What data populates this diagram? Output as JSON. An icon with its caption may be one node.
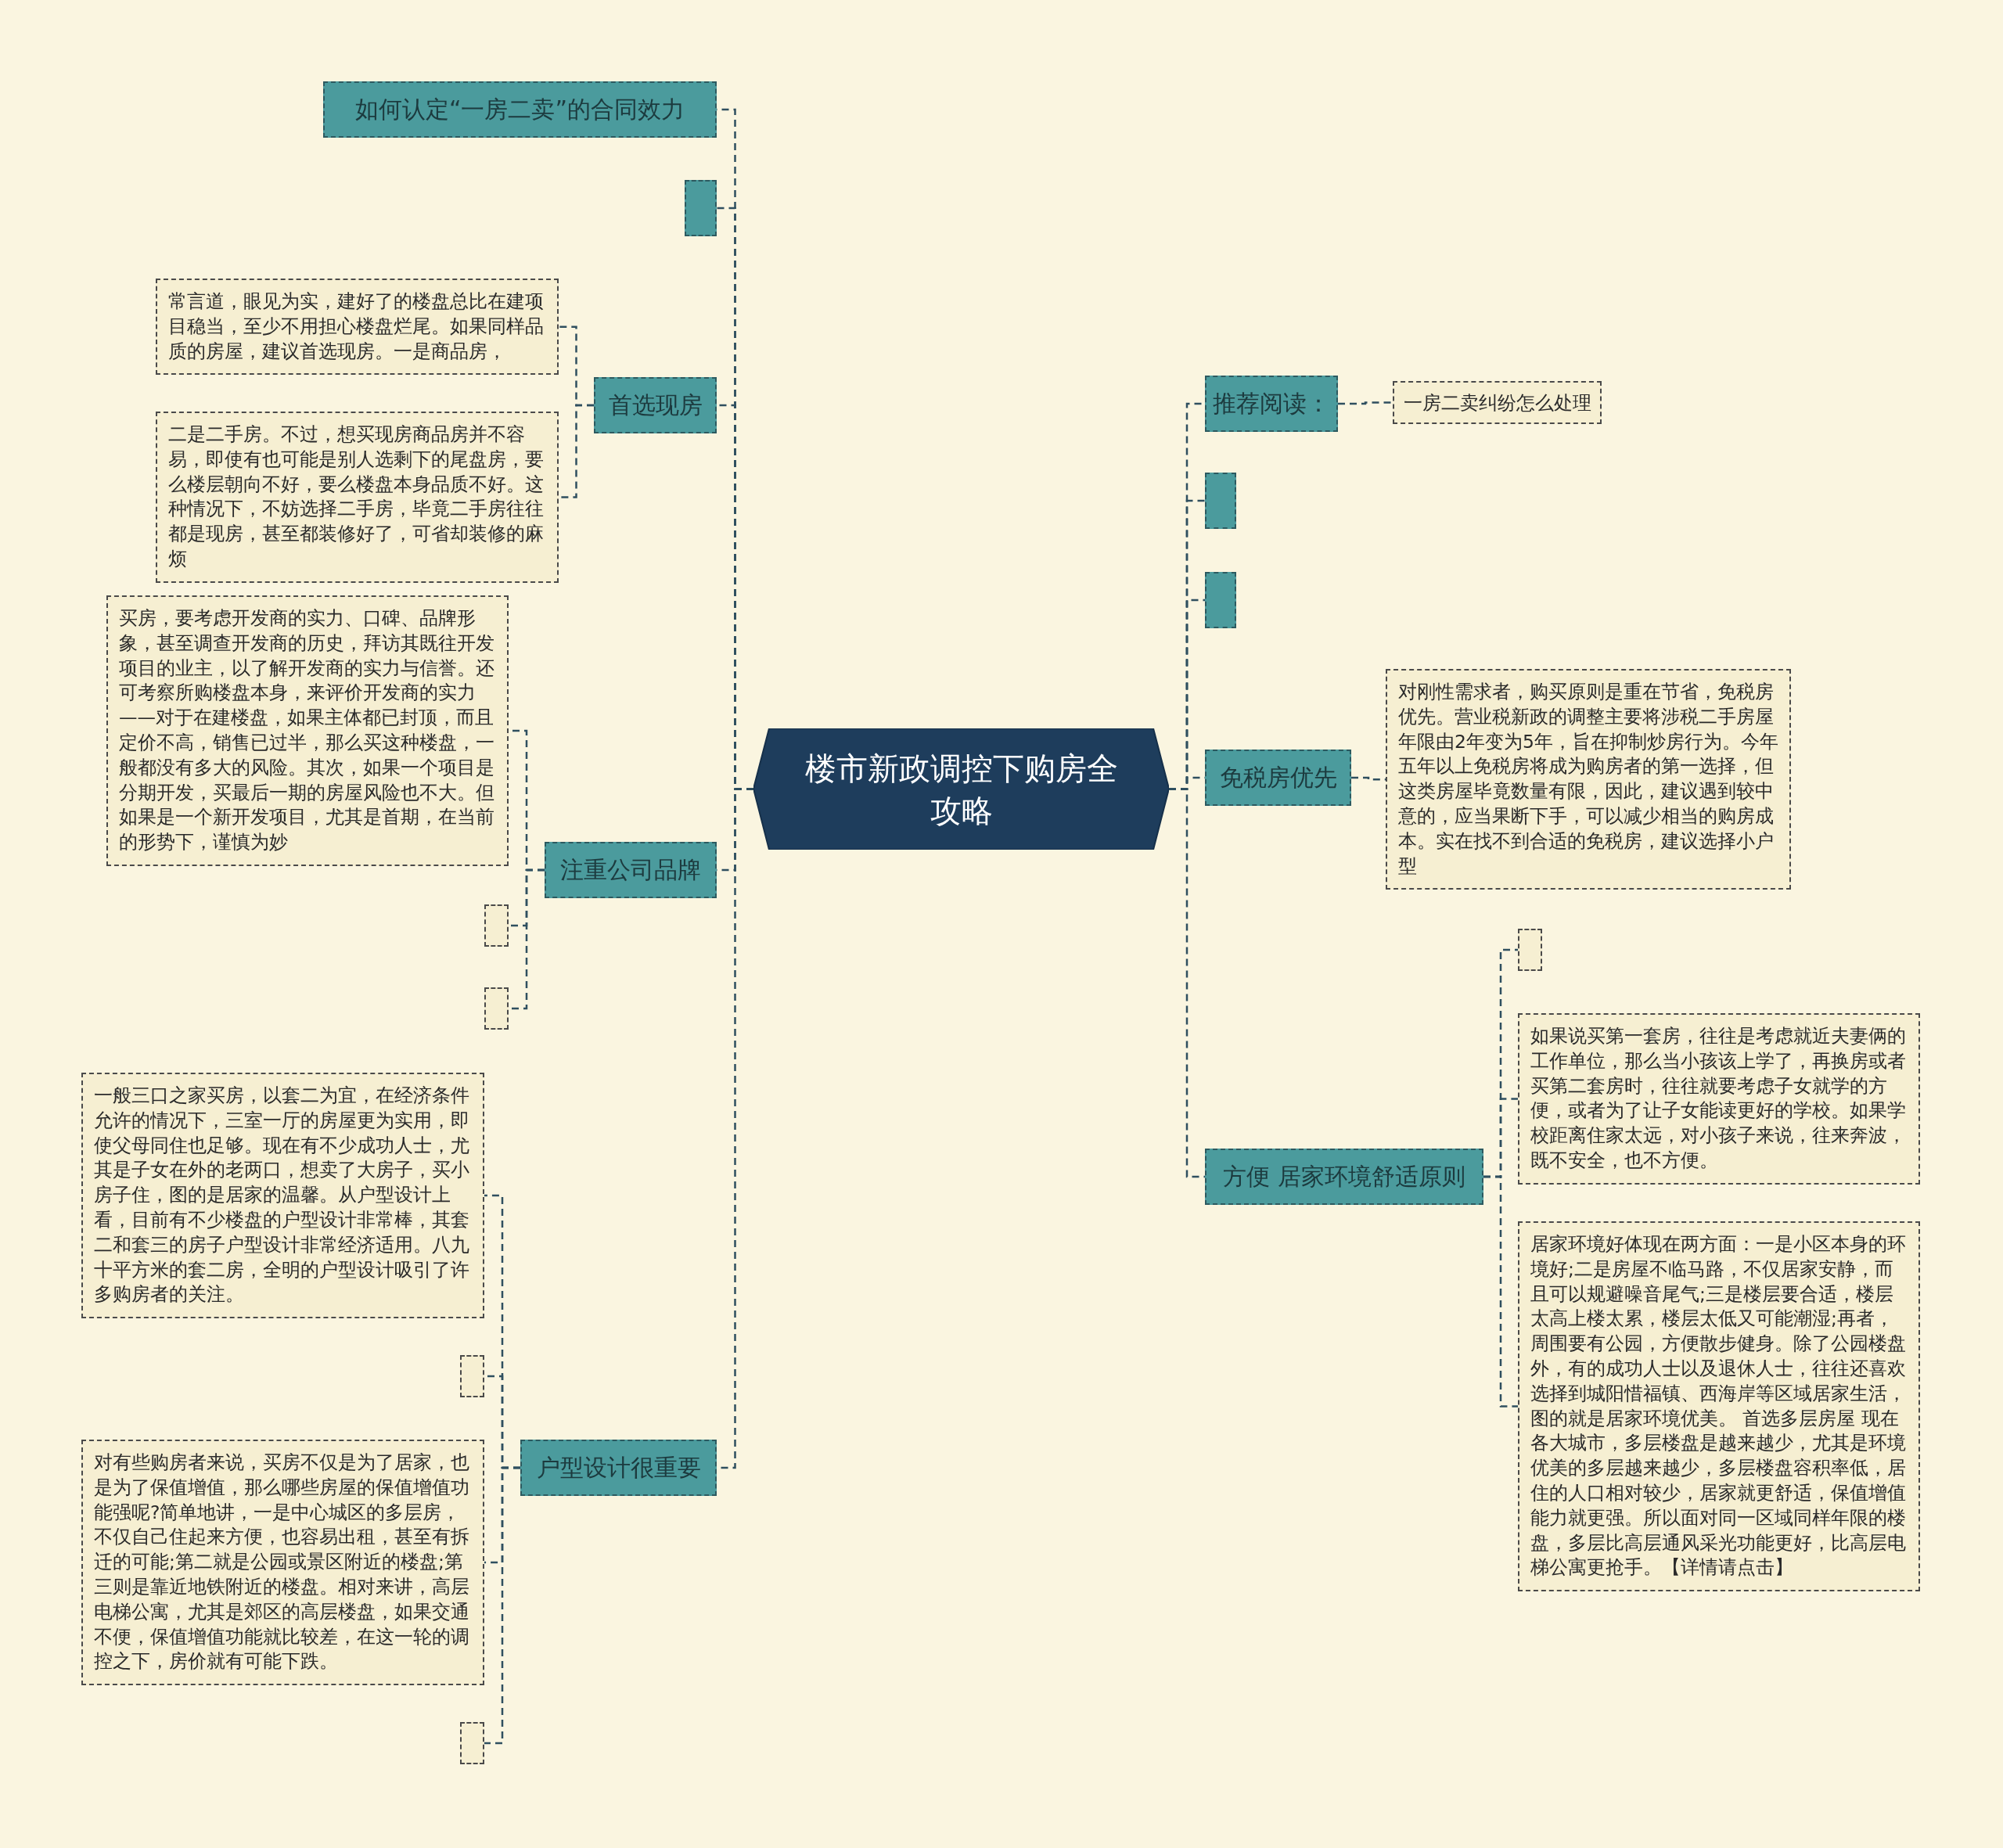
{
  "diagram": {
    "nodes": [
      {
        "text": [
          "楼市新政调控下购房全攻略"
        ]
      },
      {
        "text": [
          "如何认定“一房二卖”的合同效力"
        ]
      },
      {
        "text": [],
        "shape": "box"
      },
      {
        "text": [
          "首选现房"
        ]
      },
      {
        "text": [
          "常言道，眼见为实，建好了的楼盘总比在建项目稳当，至少不用担心楼盘烂尾。如果同样品质的房屋，建议首选现房。一是商品房，"
        ]
      },
      {
        "text": [
          "二是二手房。不过，想买现房商品房并不容易，即使有也可能是别人选剩下的尾盘房，要么楼层朝向不好，要么楼盘本身品质不好。这种情况下，不妨选择二手房，毕竟二手房往往都是现房，甚至都装修好了，可省却装修的麻烦"
        ]
      },
      {
        "text": [
          "注重公司品牌"
        ]
      },
      {
        "text": [
          "买房，要考虑开发商的实力、口碑、品牌形象，甚至调查开发商的历史，拜访其既往开发项目的业主，以了解开发商的实力与信誉。还可考察所购楼盘本身，来评价开发商的实力——对于在建楼盘，如果主体都已封顶，而且定价不高，销售已过半，那么买这种楼盘，一般都没有多大的风险。其次，如果一个项目是分期开发，买最后一期的房屋风险也不大。但如果是一个新开发项目，尤其是首期，在当前的形势下，谨慎为妙"
        ]
      },
      {
        "text": [],
        "shape": "box"
      },
      {
        "text": [],
        "shape": "box"
      },
      {
        "text": [
          "户型设计很重要"
        ]
      },
      {
        "text": [
          "一般三口之家买房，以套二为宜，在经济条件允许的情况下，三室一厅的房屋更为实用，即使父母同住也足够。现在有不少成功人士，尤其是子女在外的老两口，想卖了大房子，买小房子住，图的是居家的温馨。从户型设计上看，目前有不少楼盘的户型设计非常棒，其套二和套三的房子户型设计非常经济适用。八九十平方米的套二房，全明的户型设计吸引了许多购房者的关注。"
        ]
      },
      {
        "text": [],
        "shape": "box"
      },
      {
        "text": [
          "对有些购房者来说，买房不仅是为了居家，也是为了保值增值，那么哪些房屋的保值增值功能强呢?简单地讲，一是中心城区的多层房，不仅自己住起来方便，也容易出租，甚至有拆迁的可能;第二就是公园或景区附近的楼盘;第三则是靠近地铁附近的楼盘。相对来讲，高层电梯公寓，尤其是郊区的高层楼盘，如果交通不便，保值增值功能就比较差，在这一轮的调控之下，房价就有可能下跌。"
        ]
      },
      {
        "text": [],
        "shape": "box"
      },
      {
        "text": [
          "推荐阅读："
        ]
      },
      {
        "text": [
          "一房二卖纠纷怎么处理"
        ]
      },
      {
        "text": [],
        "shape": "box"
      },
      {
        "text": [],
        "shape": "box"
      },
      {
        "text": [
          "免税房优先"
        ]
      },
      {
        "text": [
          "对刚性需求者，购买原则是重在节省，免税房优先。营业税新政的调整主要将涉税二手房屋年限由2年变为5年，旨在抑制炒房行为。今年五年以上免税房将成为购房者的第一选择，但这类房屋毕竟数量有限，因此，建议遇到较中意的，应当果断下手，可以减少相当的购房成本。实在找不到合适的免税房，建议选择小户型"
        ]
      },
      {
        "text": [
          "方便 居家环境舒适原则"
        ]
      },
      {
        "text": [],
        "shape": "box"
      },
      {
        "text": [
          "如果说买第一套房，往往是考虑就近夫妻俩的工作单位，那么当小孩该上学了，再换房或者买第二套房时，往往就要考虑子女就学的方便，或者为了让子女能读更好的学校。如果学校距离住家太远，对小孩子来说，往来奔波，既不安全，也不方便。"
        ]
      },
      {
        "text": [
          "居家环境好体现在两方面：一是小区本身的环境好;二是房屋不临马路，不仅居家安静，而且可以规避噪音尾气;三是楼层要合适，楼层太高上楼太累，楼层太低又可能潮湿;再者，周围要有公园，方便散步健身。除了公园楼盘外，有的成功人士以及退休人士，往往还喜欢选择到城阳惜福镇、西海岸等区域居家生活，图的就是居家环境优美。 首选多层房屋 现在各大城市，多层楼盘是越来越少，尤其是环境优美的多层越来越少，多层楼盘容积率低，居住的人口相对较少，居家就更舒适，保值增值能力就更强。所以面对同一区域同样年限的楼盘，多层比高层通风采光功能更好，比高层电梯公寓更抢手。【详情请点击】"
        ]
      }
    ],
    "edges": [
      {
        "from": 0,
        "to": 1,
        "arrow": "none"
      },
      {
        "from": 0,
        "to": 2,
        "arrow": "none"
      },
      {
        "from": 0,
        "to": 3,
        "arrow": "none"
      },
      {
        "from": 3,
        "to": 4,
        "arrow": "none"
      },
      {
        "from": 3,
        "to": 5,
        "arrow": "none"
      },
      {
        "from": 0,
        "to": 6,
        "arrow": "none"
      },
      {
        "from": 6,
        "to": 7,
        "arrow": "none"
      },
      {
        "from": 6,
        "to": 8,
        "arrow": "none"
      },
      {
        "from": 6,
        "to": 9,
        "arrow": "none"
      },
      {
        "from": 0,
        "to": 10,
        "arrow": "none"
      },
      {
        "from": 10,
        "to": 11,
        "arrow": "none"
      },
      {
        "from": 10,
        "to": 12,
        "arrow": "none"
      },
      {
        "from": 10,
        "to": 13,
        "arrow": "none"
      },
      {
        "from": 10,
        "to": 14,
        "arrow": "none"
      },
      {
        "from": 0,
        "to": 15,
        "arrow": "none"
      },
      {
        "from": 15,
        "to": 16,
        "arrow": "none"
      },
      {
        "from": 0,
        "to": 17,
        "arrow": "none"
      },
      {
        "from": 0,
        "to": 18,
        "arrow": "none"
      },
      {
        "from": 0,
        "to": 19,
        "arrow": "none"
      },
      {
        "from": 19,
        "to": 20,
        "arrow": "none"
      },
      {
        "from": 0,
        "to": 21,
        "arrow": "none"
      },
      {
        "from": 21,
        "to": 22,
        "arrow": "none"
      },
      {
        "from": 21,
        "to": 23,
        "arrow": "none"
      },
      {
        "from": 21,
        "to": 24,
        "arrow": "none"
      }
    ]
  }
}
